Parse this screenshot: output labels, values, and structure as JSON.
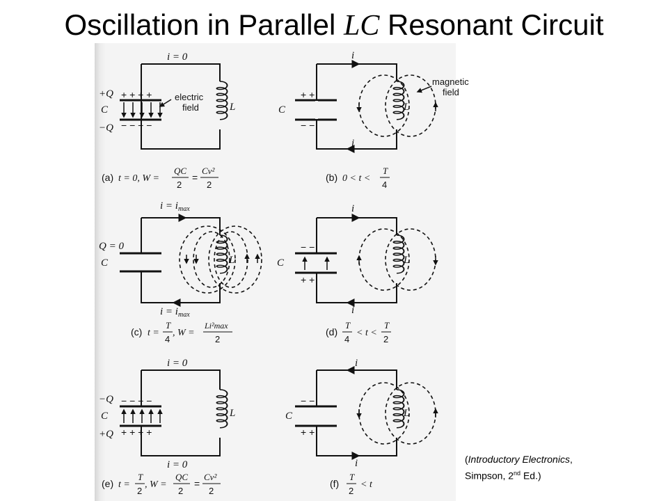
{
  "title": {
    "main": "Oscillation in Parallel ",
    "lc": "LC",
    "rest": " Resonant Circuit"
  },
  "labels": {
    "i_zero": "i = 0",
    "i": "i",
    "i_max": "i = i",
    "max_sub": "max",
    "plus_q": "+Q",
    "minus_q": "−Q",
    "q_zero": "Q = 0",
    "c": "C",
    "l": "L",
    "electric_field": [
      "electric",
      "field"
    ],
    "magnetic_field": [
      "magnetic",
      "field"
    ],
    "plus_row": "+ + + +",
    "minus_row": "− − − −",
    "plus_pair": "+   +",
    "minus_pair": "−   −"
  },
  "captions": {
    "a": {
      "tag": "(a)",
      "text": "t = 0,  W =",
      "frac1": [
        "QC",
        "2"
      ],
      "eq": "=",
      "frac2": [
        "Cv²",
        "2"
      ]
    },
    "b": {
      "tag": "(b)",
      "text": "0 < t <",
      "frac": [
        "T",
        "4"
      ]
    },
    "c": {
      "tag": "(c)",
      "text": "t =",
      "frac1": [
        "T",
        "4"
      ],
      "mid": ",  W =",
      "frac2": [
        "Li²max",
        "2"
      ]
    },
    "d": {
      "tag": "(d)",
      "frac1": [
        "T",
        "4"
      ],
      "text": "< t <",
      "frac2": [
        "T",
        "2"
      ]
    },
    "e": {
      "tag": "(e)",
      "text": "t =",
      "frac1": [
        "T",
        "2"
      ],
      "mid": ",  W =",
      "frac2": [
        "QC",
        "2"
      ],
      "eq": "=",
      "frac3": [
        "Cv²",
        "2"
      ]
    },
    "f": {
      "tag": "(f)",
      "frac": [
        "T",
        "2"
      ],
      "text": "< t"
    }
  },
  "citation": {
    "open": "(",
    "book": "Introductory Electronics",
    "rest": ",",
    "author": "Simpson, 2",
    "sup": "nd",
    "edition": " Ed.)"
  }
}
